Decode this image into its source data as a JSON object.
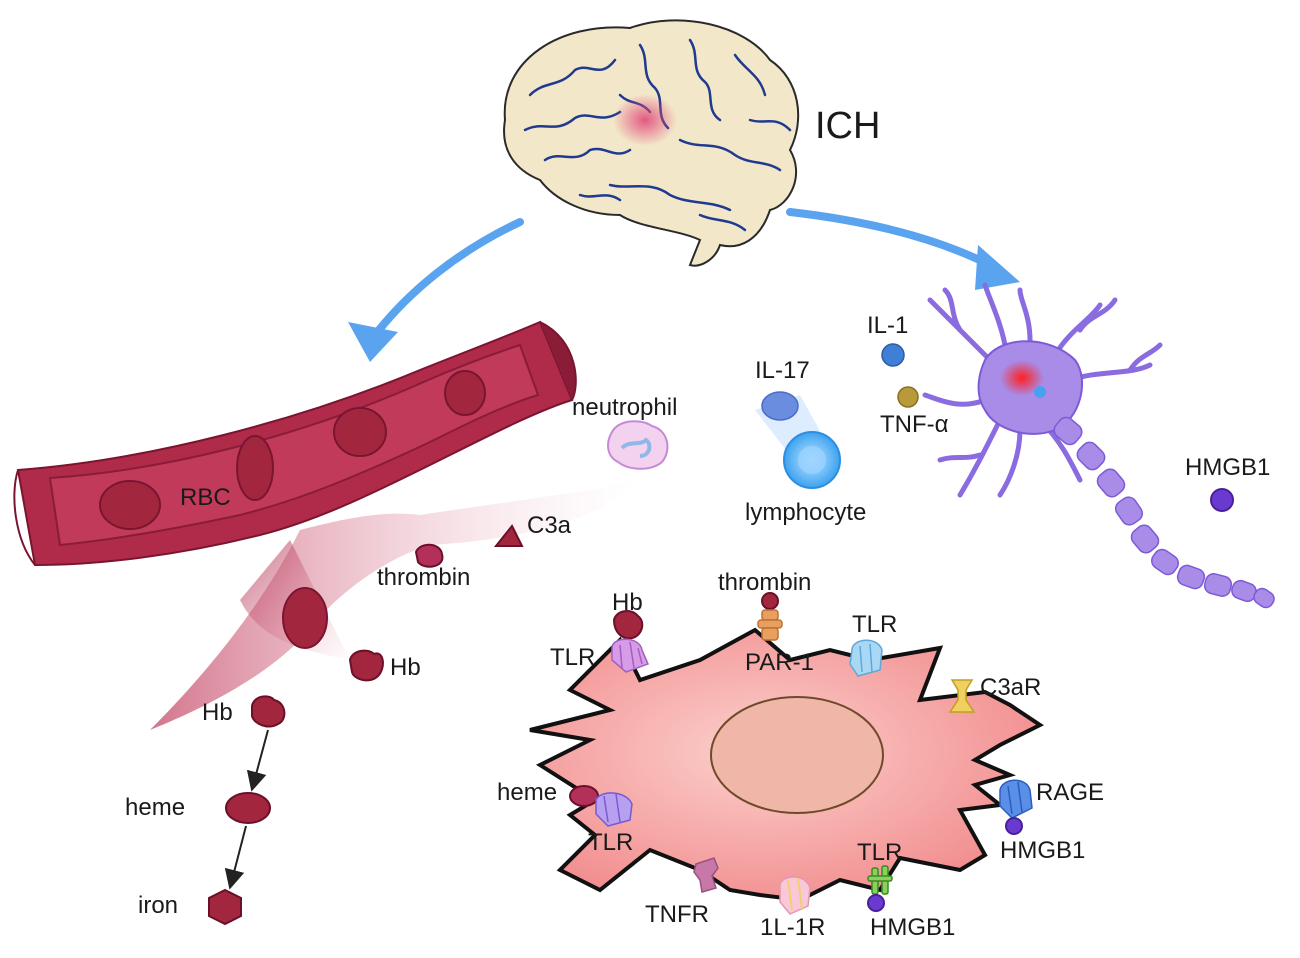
{
  "title": "ICH",
  "vessel": {
    "rbc_label": "RBC",
    "factors": [
      "C3a",
      "thrombin",
      "Hb"
    ]
  },
  "degradation": {
    "steps": [
      "Hb",
      "heme",
      "iron"
    ]
  },
  "immune_cells": {
    "neutrophil": "neutrophil",
    "lymphocyte": "lymphocyte",
    "il17": "IL-17"
  },
  "neuron": {
    "cytokines": [
      "IL-1",
      "TNF-α"
    ],
    "released": "HMGB1"
  },
  "microglia": {
    "ligands": {
      "hb": "Hb",
      "thrombin": "thrombin",
      "heme": "heme",
      "hmgb1_right": "HMGB1",
      "hmgb1_bottom": "HMGB1"
    },
    "receptors": {
      "tlr_top_left": "TLR",
      "par1": "PAR-1",
      "tlr_top_right": "TLR",
      "c3ar": "C3aR",
      "rage": "RAGE",
      "tlr_left": "TLR",
      "tlr_bottom": "TLR",
      "tnfr": "TNFR",
      "il1r": "1L-1R"
    }
  },
  "colors": {
    "vessel": "#b02a4a",
    "vessel_dark": "#8a1c38",
    "rbc": "#a3263f",
    "arrow_blue": "#5aa3ee",
    "neuron": "#a98be8",
    "neuron_dark": "#7c5bd6",
    "microglia_fill": "#f49a9a",
    "nucleus": "#f0b6a8",
    "brain": "#f3e7c9",
    "brain_lines": "#1f3a8f"
  }
}
